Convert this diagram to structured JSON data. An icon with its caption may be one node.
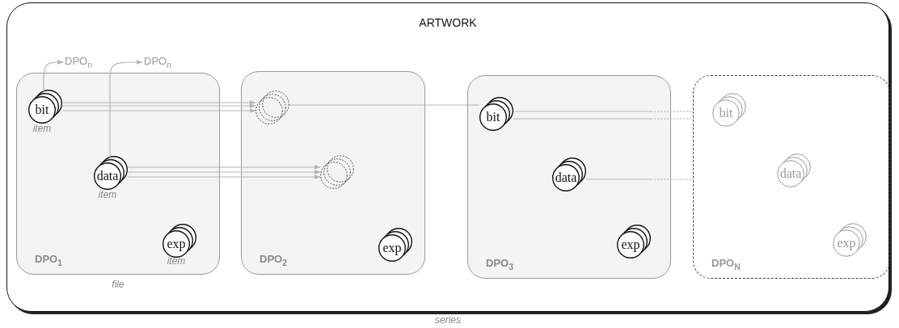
{
  "diagram": {
    "nodes": [
      {
        "text": [
          "ARTWORK"
        ],
        "beside": [
          "series"
        ]
      },
      {
        "text": [
          "DPO$_{1}$"
        ],
        "beside": [
          "file"
        ],
        "in": 0
      },
      {
        "text": [
          "bit"
        ],
        "beside": [
          "item"
        ],
        "in": 1
      },
      {
        "text": [
          "data"
        ],
        "beside": [
          "item"
        ],
        "in": 1
      },
      {
        "text": [
          "exp"
        ],
        "beside": [
          "item"
        ],
        "in": 1
      },
      {
        "text": [
          "DPO$_{2}$"
        ],
        "in": 0
      },
      {
        "text": [],
        "shape": "circle",
        "in": 5
      },
      {
        "text": [],
        "shape": "circle",
        "in": 5
      },
      {
        "text": [
          "exp"
        ],
        "in": 5
      },
      {
        "text": [
          "DPO$_{3}$"
        ],
        "in": 0
      },
      {
        "text": [
          "bit"
        ],
        "in": 9
      },
      {
        "text": [
          "data"
        ],
        "in": 9
      },
      {
        "text": [
          "exp"
        ],
        "in": 9
      },
      {
        "text": [
          "DPO$_{N}$"
        ],
        "in": 0
      },
      {
        "text": [
          "bit"
        ],
        "in": 13
      },
      {
        "text": [
          "data"
        ],
        "in": 13
      },
      {
        "text": [
          "exp"
        ],
        "in": 13
      },
      {
        "text": [
          "DPO$_{n}$"
        ],
        "in": 0
      },
      {
        "text": [
          "DPO$_{n}$"
        ],
        "in": 0
      }
    ],
    "edges": [
      {
        "from": 2,
        "to": 17,
        "arrow": "to"
      },
      {
        "from": 3,
        "to": 18,
        "arrow": "to"
      },
      {
        "from": 2,
        "to": 6,
        "arrow": "to"
      },
      {
        "from": 2,
        "to": 6,
        "arrow": "to"
      },
      {
        "from": 2,
        "to": 6,
        "arrow": "to"
      },
      {
        "from": 3,
        "to": 7,
        "arrow": "to"
      },
      {
        "from": 3,
        "to": 7,
        "arrow": "to"
      },
      {
        "from": 3,
        "to": 7,
        "arrow": "to"
      },
      {
        "from": 6,
        "to": 10,
        "arrow": "none"
      },
      {
        "from": 10,
        "to": 13,
        "arrow": "none",
        "style": "dashed"
      },
      {
        "from": 10,
        "to": 13,
        "arrow": "none",
        "style": "dashed"
      },
      {
        "from": 11,
        "to": 13,
        "arrow": "none",
        "style": "dashed"
      }
    ]
  }
}
